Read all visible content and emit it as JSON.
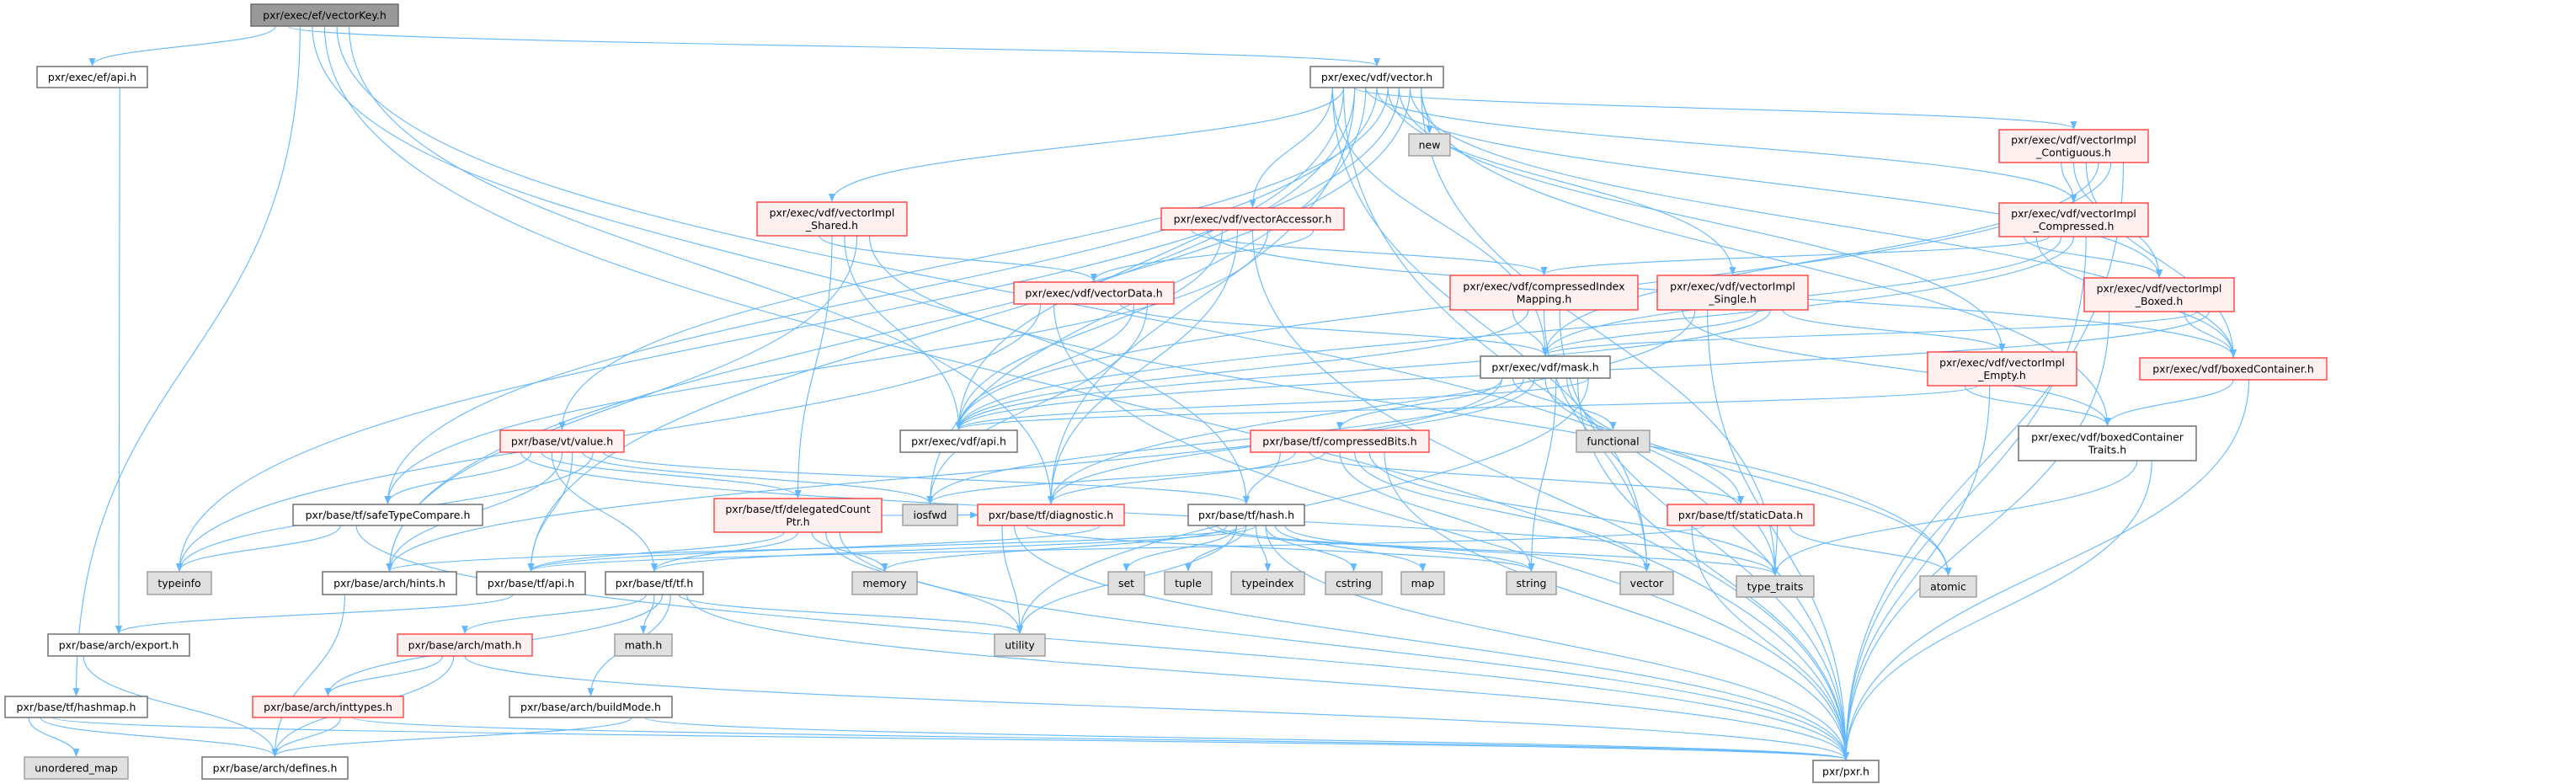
{
  "graph": {
    "title": "pxr/exec/ef/vectorKey.h",
    "colors": {
      "edge": "#63b8ff",
      "root_fill": "#999999",
      "red_border": "#ff0000",
      "external_fill": "#e0e0e0"
    },
    "nodes": [
      {
        "id": "vectorKey",
        "lines": [
          "pxr/exec/ef/vectorKey.h"
        ],
        "kind": "root"
      },
      {
        "id": "ef_api",
        "lines": [
          "pxr/exec/ef/api.h"
        ],
        "kind": "normal"
      },
      {
        "id": "vdf_vector",
        "lines": [
          "pxr/exec/vdf/vector.h"
        ],
        "kind": "normal"
      },
      {
        "id": "new",
        "lines": [
          "new"
        ],
        "kind": "gray"
      },
      {
        "id": "shared",
        "lines": [
          "pxr/exec/vdf/vectorImpl",
          "_Shared.h"
        ],
        "kind": "red"
      },
      {
        "id": "accessor",
        "lines": [
          "pxr/exec/vdf/vectorAccessor.h"
        ],
        "kind": "red"
      },
      {
        "id": "vectorData",
        "lines": [
          "pxr/exec/vdf/vectorData.h"
        ],
        "kind": "red"
      },
      {
        "id": "cim",
        "lines": [
          "pxr/exec/vdf/compressedIndex",
          "Mapping.h"
        ],
        "kind": "red"
      },
      {
        "id": "single",
        "lines": [
          "pxr/exec/vdf/vectorImpl",
          "_Single.h"
        ],
        "kind": "red"
      },
      {
        "id": "contiguous",
        "lines": [
          "pxr/exec/vdf/vectorImpl",
          "_Contiguous.h"
        ],
        "kind": "red"
      },
      {
        "id": "compressed",
        "lines": [
          "pxr/exec/vdf/vectorImpl",
          "_Compressed.h"
        ],
        "kind": "red"
      },
      {
        "id": "boxed",
        "lines": [
          "pxr/exec/vdf/vectorImpl",
          "_Boxed.h"
        ],
        "kind": "red"
      },
      {
        "id": "empty",
        "lines": [
          "pxr/exec/vdf/vectorImpl",
          "_Empty.h"
        ],
        "kind": "red"
      },
      {
        "id": "boxedContainer",
        "lines": [
          "pxr/exec/vdf/boxedContainer.h"
        ],
        "kind": "red"
      },
      {
        "id": "bcTraits",
        "lines": [
          "pxr/exec/vdf/boxedContainer",
          "Traits.h"
        ],
        "kind": "normal"
      },
      {
        "id": "mask",
        "lines": [
          "pxr/exec/vdf/mask.h"
        ],
        "kind": "normal"
      },
      {
        "id": "vdf_api",
        "lines": [
          "pxr/exec/vdf/api.h"
        ],
        "kind": "normal"
      },
      {
        "id": "compressedBits",
        "lines": [
          "pxr/base/tf/compressedBits.h"
        ],
        "kind": "red"
      },
      {
        "id": "functional",
        "lines": [
          "functional"
        ],
        "kind": "gray"
      },
      {
        "id": "vt_value",
        "lines": [
          "pxr/base/vt/value.h"
        ],
        "kind": "red"
      },
      {
        "id": "safeTypeCompare",
        "lines": [
          "pxr/base/tf/safeTypeCompare.h"
        ],
        "kind": "normal"
      },
      {
        "id": "dcp",
        "lines": [
          "pxr/base/tf/delegatedCount",
          "Ptr.h"
        ],
        "kind": "red"
      },
      {
        "id": "iosfwd",
        "lines": [
          "iosfwd"
        ],
        "kind": "gray"
      },
      {
        "id": "diagnostic",
        "lines": [
          "pxr/base/tf/diagnostic.h"
        ],
        "kind": "red"
      },
      {
        "id": "hash",
        "lines": [
          "pxr/base/tf/hash.h"
        ],
        "kind": "normal"
      },
      {
        "id": "staticData",
        "lines": [
          "pxr/base/tf/staticData.h"
        ],
        "kind": "red"
      },
      {
        "id": "typeinfo",
        "lines": [
          "typeinfo"
        ],
        "kind": "gray"
      },
      {
        "id": "hints",
        "lines": [
          "pxr/base/arch/hints.h"
        ],
        "kind": "normal"
      },
      {
        "id": "tf_api",
        "lines": [
          "pxr/base/tf/api.h"
        ],
        "kind": "normal"
      },
      {
        "id": "tf_tf",
        "lines": [
          "pxr/base/tf/tf.h"
        ],
        "kind": "normal"
      },
      {
        "id": "memory",
        "lines": [
          "memory"
        ],
        "kind": "gray"
      },
      {
        "id": "set",
        "lines": [
          "set"
        ],
        "kind": "gray"
      },
      {
        "id": "tuple",
        "lines": [
          "tuple"
        ],
        "kind": "gray"
      },
      {
        "id": "typeindex",
        "lines": [
          "typeindex"
        ],
        "kind": "gray"
      },
      {
        "id": "cstring",
        "lines": [
          "cstring"
        ],
        "kind": "gray"
      },
      {
        "id": "map",
        "lines": [
          "map"
        ],
        "kind": "gray"
      },
      {
        "id": "string",
        "lines": [
          "string"
        ],
        "kind": "gray"
      },
      {
        "id": "vector",
        "lines": [
          "vector"
        ],
        "kind": "gray"
      },
      {
        "id": "type_traits",
        "lines": [
          "type_traits"
        ],
        "kind": "gray"
      },
      {
        "id": "atomic",
        "lines": [
          "atomic"
        ],
        "kind": "gray"
      },
      {
        "id": "export",
        "lines": [
          "pxr/base/arch/export.h"
        ],
        "kind": "normal"
      },
      {
        "id": "math",
        "lines": [
          "pxr/base/arch/math.h"
        ],
        "kind": "red"
      },
      {
        "id": "math_h",
        "lines": [
          "math.h"
        ],
        "kind": "gray"
      },
      {
        "id": "utility",
        "lines": [
          "utility"
        ],
        "kind": "gray"
      },
      {
        "id": "hashmap",
        "lines": [
          "pxr/base/tf/hashmap.h"
        ],
        "kind": "normal"
      },
      {
        "id": "inttypes",
        "lines": [
          "pxr/base/arch/inttypes.h"
        ],
        "kind": "red"
      },
      {
        "id": "buildMode",
        "lines": [
          "pxr/base/arch/buildMode.h"
        ],
        "kind": "normal"
      },
      {
        "id": "unordered_map",
        "lines": [
          "unordered_map"
        ],
        "kind": "gray"
      },
      {
        "id": "defines",
        "lines": [
          "pxr/base/arch/defines.h"
        ],
        "kind": "normal"
      },
      {
        "id": "pxr",
        "lines": [
          "pxr/pxr.h"
        ],
        "kind": "normal"
      }
    ],
    "edges": [
      [
        "vectorKey",
        "ef_api"
      ],
      [
        "vectorKey",
        "vdf_vector"
      ],
      [
        "vectorKey",
        "hashmap"
      ],
      [
        "vectorKey",
        "hash"
      ],
      [
        "vectorKey",
        "pxr"
      ],
      [
        "vectorKey",
        "type_traits"
      ],
      [
        "vectorKey",
        "diagnostic"
      ],
      [
        "ef_api",
        "export"
      ],
      [
        "vdf_vector",
        "new"
      ],
      [
        "vdf_vector",
        "accessor"
      ],
      [
        "vdf_vector",
        "shared"
      ],
      [
        "vdf_vector",
        "contiguous"
      ],
      [
        "vdf_vector",
        "compressed"
      ],
      [
        "vdf_vector",
        "boxed"
      ],
      [
        "vdf_vector",
        "single"
      ],
      [
        "vdf_vector",
        "empty"
      ],
      [
        "vdf_vector",
        "boxedContainer"
      ],
      [
        "vdf_vector",
        "bcTraits"
      ],
      [
        "vdf_vector",
        "mask"
      ],
      [
        "vdf_vector",
        "vdf_api"
      ],
      [
        "vdf_vector",
        "diagnostic"
      ],
      [
        "vdf_vector",
        "iosfwd"
      ],
      [
        "vdf_vector",
        "safeTypeCompare"
      ],
      [
        "vdf_vector",
        "vt_value"
      ],
      [
        "vdf_vector",
        "typeinfo"
      ],
      [
        "vdf_vector",
        "hints"
      ],
      [
        "vdf_vector",
        "type_traits"
      ],
      [
        "vdf_vector",
        "vector"
      ],
      [
        "vdf_vector",
        "pxr"
      ],
      [
        "vdf_vector",
        "tf_api"
      ],
      [
        "shared",
        "vectorData"
      ],
      [
        "shared",
        "dcp"
      ],
      [
        "shared",
        "vdf_api"
      ],
      [
        "shared",
        "hints"
      ],
      [
        "shared",
        "atomic"
      ],
      [
        "accessor",
        "vectorData"
      ],
      [
        "accessor",
        "cim"
      ],
      [
        "accessor",
        "boxedContainer"
      ],
      [
        "accessor",
        "vdf_api"
      ],
      [
        "accessor",
        "diagnostic"
      ],
      [
        "accessor",
        "pxr"
      ],
      [
        "accessor",
        "safeTypeCompare"
      ],
      [
        "vectorData",
        "mask"
      ],
      [
        "vectorData",
        "vdf_api"
      ],
      [
        "vectorData",
        "iosfwd"
      ],
      [
        "vectorData",
        "typeinfo"
      ],
      [
        "vectorData",
        "pxr"
      ],
      [
        "cim",
        "mask"
      ],
      [
        "cim",
        "vdf_api"
      ],
      [
        "cim",
        "vector"
      ],
      [
        "cim",
        "pxr"
      ],
      [
        "single",
        "mask"
      ],
      [
        "single",
        "vdf_api"
      ],
      [
        "single",
        "empty"
      ],
      [
        "single",
        "bcTraits"
      ],
      [
        "single",
        "diagnostic"
      ],
      [
        "single",
        "pxr"
      ],
      [
        "contiguous",
        "compressed"
      ],
      [
        "contiguous",
        "boxed"
      ],
      [
        "contiguous",
        "boxedContainer"
      ],
      [
        "contiguous",
        "mask"
      ],
      [
        "contiguous",
        "vdf_api"
      ],
      [
        "contiguous",
        "pxr"
      ],
      [
        "compressed",
        "boxed"
      ],
      [
        "compressed",
        "boxedContainer"
      ],
      [
        "compressed",
        "cim"
      ],
      [
        "compressed",
        "mask"
      ],
      [
        "compressed",
        "vdf_api"
      ],
      [
        "compressed",
        "pxr"
      ],
      [
        "boxed",
        "boxedContainer"
      ],
      [
        "boxed",
        "mask"
      ],
      [
        "boxed",
        "vdf_api"
      ],
      [
        "boxed",
        "pxr"
      ],
      [
        "empty",
        "bcTraits"
      ],
      [
        "empty",
        "vdf_api"
      ],
      [
        "empty",
        "pxr"
      ],
      [
        "boxedContainer",
        "bcTraits"
      ],
      [
        "boxedContainer",
        "pxr"
      ],
      [
        "bcTraits",
        "type_traits"
      ],
      [
        "bcTraits",
        "pxr"
      ],
      [
        "mask",
        "vdf_api"
      ],
      [
        "mask",
        "compressedBits"
      ],
      [
        "mask",
        "functional"
      ],
      [
        "mask",
        "iosfwd"
      ],
      [
        "mask",
        "diagnostic"
      ],
      [
        "mask",
        "staticData"
      ],
      [
        "mask",
        "string"
      ],
      [
        "mask",
        "atomic"
      ],
      [
        "mask",
        "pxr"
      ],
      [
        "mask",
        "utility"
      ],
      [
        "mask",
        "hints"
      ],
      [
        "vt_value",
        "safeTypeCompare"
      ],
      [
        "vt_value",
        "dcp"
      ],
      [
        "vt_value",
        "tf_tf"
      ],
      [
        "vt_value",
        "hints"
      ],
      [
        "vt_value",
        "tf_api"
      ],
      [
        "vt_value",
        "iosfwd"
      ],
      [
        "vt_value",
        "typeinfo"
      ],
      [
        "vt_value",
        "hash"
      ],
      [
        "vt_value",
        "type_traits"
      ],
      [
        "safeTypeCompare",
        "typeinfo"
      ],
      [
        "safeTypeCompare",
        "pxr"
      ],
      [
        "dcp",
        "tf_api"
      ],
      [
        "dcp",
        "tf_tf"
      ],
      [
        "dcp",
        "memory"
      ],
      [
        "dcp",
        "utility"
      ],
      [
        "dcp",
        "pxr"
      ],
      [
        "dcp",
        "diagnostic"
      ],
      [
        "compressedBits",
        "hash"
      ],
      [
        "compressedBits",
        "diagnostic"
      ],
      [
        "compressedBits",
        "staticData"
      ],
      [
        "compressedBits",
        "iosfwd"
      ],
      [
        "compressedBits",
        "string"
      ],
      [
        "compressedBits",
        "vector"
      ],
      [
        "compressedBits",
        "type_traits"
      ],
      [
        "compressedBits",
        "pxr"
      ],
      [
        "diagnostic",
        "tf_api"
      ],
      [
        "diagnostic",
        "utility"
      ],
      [
        "diagnostic",
        "pxr"
      ],
      [
        "diagnostic",
        "string"
      ],
      [
        "hash",
        "set"
      ],
      [
        "hash",
        "tuple"
      ],
      [
        "hash",
        "typeindex"
      ],
      [
        "hash",
        "cstring"
      ],
      [
        "hash",
        "map"
      ],
      [
        "hash",
        "string"
      ],
      [
        "hash",
        "vector"
      ],
      [
        "hash",
        "type_traits"
      ],
      [
        "hash",
        "memory"
      ],
      [
        "hash",
        "utility"
      ],
      [
        "hash",
        "hints"
      ],
      [
        "hash",
        "tf_tf"
      ],
      [
        "hash",
        "pxr"
      ],
      [
        "staticData",
        "type_traits"
      ],
      [
        "staticData",
        "atomic"
      ],
      [
        "staticData",
        "pxr"
      ],
      [
        "staticData",
        "tf_api"
      ],
      [
        "tf_api",
        "export"
      ],
      [
        "tf_tf",
        "math"
      ],
      [
        "tf_tf",
        "math_h"
      ],
      [
        "tf_tf",
        "inttypes"
      ],
      [
        "tf_tf",
        "buildMode"
      ],
      [
        "tf_tf",
        "utility"
      ],
      [
        "tf_tf",
        "pxr"
      ],
      [
        "hints",
        "defines"
      ],
      [
        "export",
        "defines"
      ],
      [
        "math",
        "inttypes"
      ],
      [
        "math",
        "defines"
      ],
      [
        "math",
        "pxr"
      ],
      [
        "inttypes",
        "defines"
      ],
      [
        "inttypes",
        "pxr"
      ],
      [
        "buildMode",
        "defines"
      ],
      [
        "buildMode",
        "pxr"
      ],
      [
        "hashmap",
        "unordered_map"
      ],
      [
        "hashmap",
        "defines"
      ],
      [
        "hashmap",
        "pxr"
      ]
    ]
  }
}
